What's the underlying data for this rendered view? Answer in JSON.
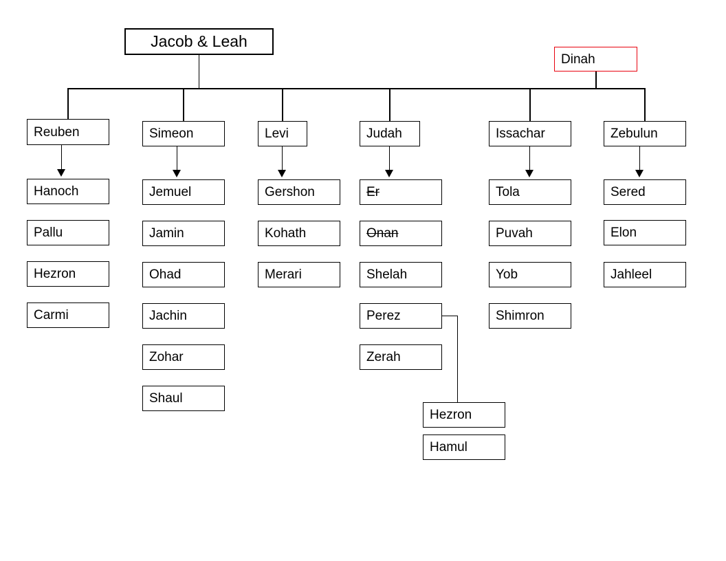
{
  "diagram": {
    "title": "Jacob & Leah family tree",
    "colors": {
      "background": "#ffffff",
      "box_border": "#000000",
      "accent_border": "#e8000d",
      "text": "#000000",
      "edge": "#000000"
    }
  },
  "root": {
    "label": "Jacob & Leah"
  },
  "daughter": {
    "label": "Dinah",
    "style": "red-outline"
  },
  "tribes": [
    {
      "label": "Reuben",
      "children": [
        {
          "label": "Hanoch",
          "struck": false
        },
        {
          "label": "Pallu",
          "struck": false
        },
        {
          "label": "Hezron",
          "struck": false
        },
        {
          "label": "Carmi",
          "struck": false
        }
      ]
    },
    {
      "label": "Simeon",
      "children": [
        {
          "label": "Jemuel",
          "struck": false
        },
        {
          "label": "Jamin",
          "struck": false
        },
        {
          "label": "Ohad",
          "struck": false
        },
        {
          "label": "Jachin",
          "struck": false
        },
        {
          "label": "Zohar",
          "struck": false
        },
        {
          "label": "Shaul",
          "struck": false
        }
      ]
    },
    {
      "label": "Levi",
      "children": [
        {
          "label": "Gershon",
          "struck": false
        },
        {
          "label": "Kohath",
          "struck": false
        },
        {
          "label": "Merari",
          "struck": false
        }
      ]
    },
    {
      "label": "Judah",
      "children": [
        {
          "label": "Er",
          "struck": true
        },
        {
          "label": "Onan",
          "struck": true
        },
        {
          "label": "Shelah",
          "struck": false
        },
        {
          "label": "Perez",
          "struck": false
        },
        {
          "label": "Zerah",
          "struck": false
        }
      ]
    },
    {
      "label": "Issachar",
      "children": [
        {
          "label": "Tola",
          "struck": false
        },
        {
          "label": "Puvah",
          "struck": false
        },
        {
          "label": "Yob",
          "struck": false
        },
        {
          "label": "Shimron",
          "struck": false
        }
      ]
    },
    {
      "label": "Zebulun",
      "children": [
        {
          "label": "Sered",
          "struck": false
        },
        {
          "label": "Elon",
          "struck": false
        },
        {
          "label": "Jahleel",
          "struck": false
        }
      ]
    }
  ],
  "grandchildren": {
    "parent": "Perez",
    "items": [
      {
        "label": "Hezron",
        "struck": false
      },
      {
        "label": "Hamul",
        "struck": false
      }
    ]
  }
}
